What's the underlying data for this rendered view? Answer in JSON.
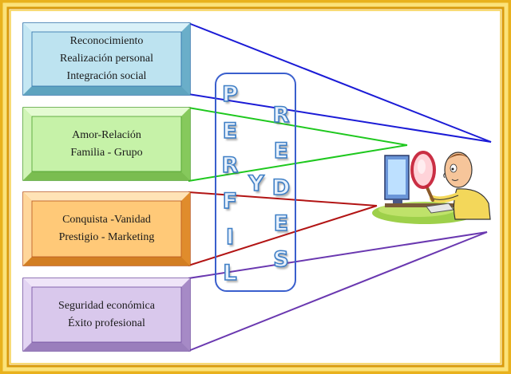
{
  "boxes": [
    {
      "lines": [
        "Reconocimiento",
        "Realización personal",
        "Integración social"
      ],
      "fill": "#bde3f0",
      "stroke": "#2a6fa8",
      "line": "#1b1bd6"
    },
    {
      "lines": [
        "Amor-Relación",
        "Familia - Grupo"
      ],
      "fill": "#c6f2a8",
      "stroke": "#4a9e2a",
      "line": "#1ec81e"
    },
    {
      "lines": [
        "Conquista -Vanidad",
        "Prestigio - Marketing"
      ],
      "fill": "#ffc978",
      "stroke": "#b8561e",
      "line": "#b21414"
    },
    {
      "lines": [
        "Seguridad económica",
        "Éxito profesional"
      ],
      "fill": "#d9c8ec",
      "stroke": "#6e4a9e",
      "line": "#6a38b0"
    }
  ],
  "perfil": [
    "P",
    "E",
    "R",
    "F",
    "I",
    "L"
  ],
  "conjunction": "Y",
  "redes": [
    "R",
    "E",
    "D",
    "E",
    "S"
  ],
  "colors": {
    "frame_gold": "#e6ac16",
    "frame_light": "#fbe27a",
    "letters_outline": "#3f7fc6",
    "word_panel": "#3a5fcd"
  },
  "icon": "person-at-computer-with-magnifier-icon"
}
